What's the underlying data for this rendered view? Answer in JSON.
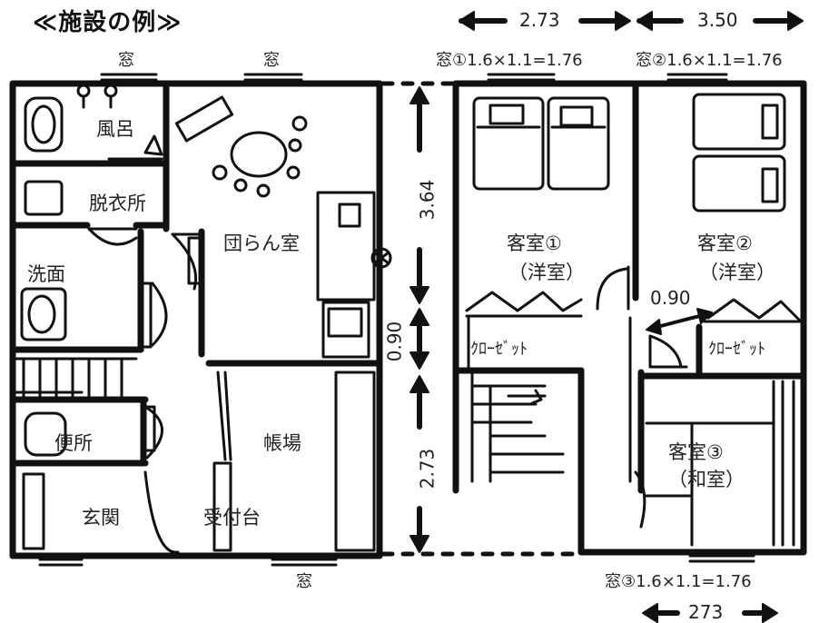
{
  "title": "≪施設の例≫",
  "windows": {
    "w_top1": "窓",
    "w_top2": "窓",
    "w_bottom": "窓",
    "w1_spec": "窓①1.6×1.1=1.76",
    "w2_spec": "窓②1.6×1.1=1.76",
    "w3_spec": "窓③1.6×1.1=1.76"
  },
  "dimensions": {
    "top_left": "2.73",
    "top_right": "3.50",
    "v_upper": "3.64",
    "v_middle": "0.90",
    "v_lower": "2.73",
    "door_width": "0.90",
    "bottom": "273"
  },
  "rooms": {
    "bath": "風呂",
    "dressing": "脱衣所",
    "washroom": "洗面",
    "toilet": "便所",
    "entrance": "玄関",
    "lounge": "団らん室",
    "office": "帳場",
    "reception": "受付台",
    "guest1": "客室①",
    "guest1_type": "（洋室）",
    "guest2": "客室②",
    "guest2_type": "（洋室）",
    "guest3": "客室③",
    "guest3_type": "（和室）",
    "closet1": "ｸﾛｰｾﾞｯﾄ",
    "closet2": "ｸﾛｰｾﾞｯﾄ"
  }
}
